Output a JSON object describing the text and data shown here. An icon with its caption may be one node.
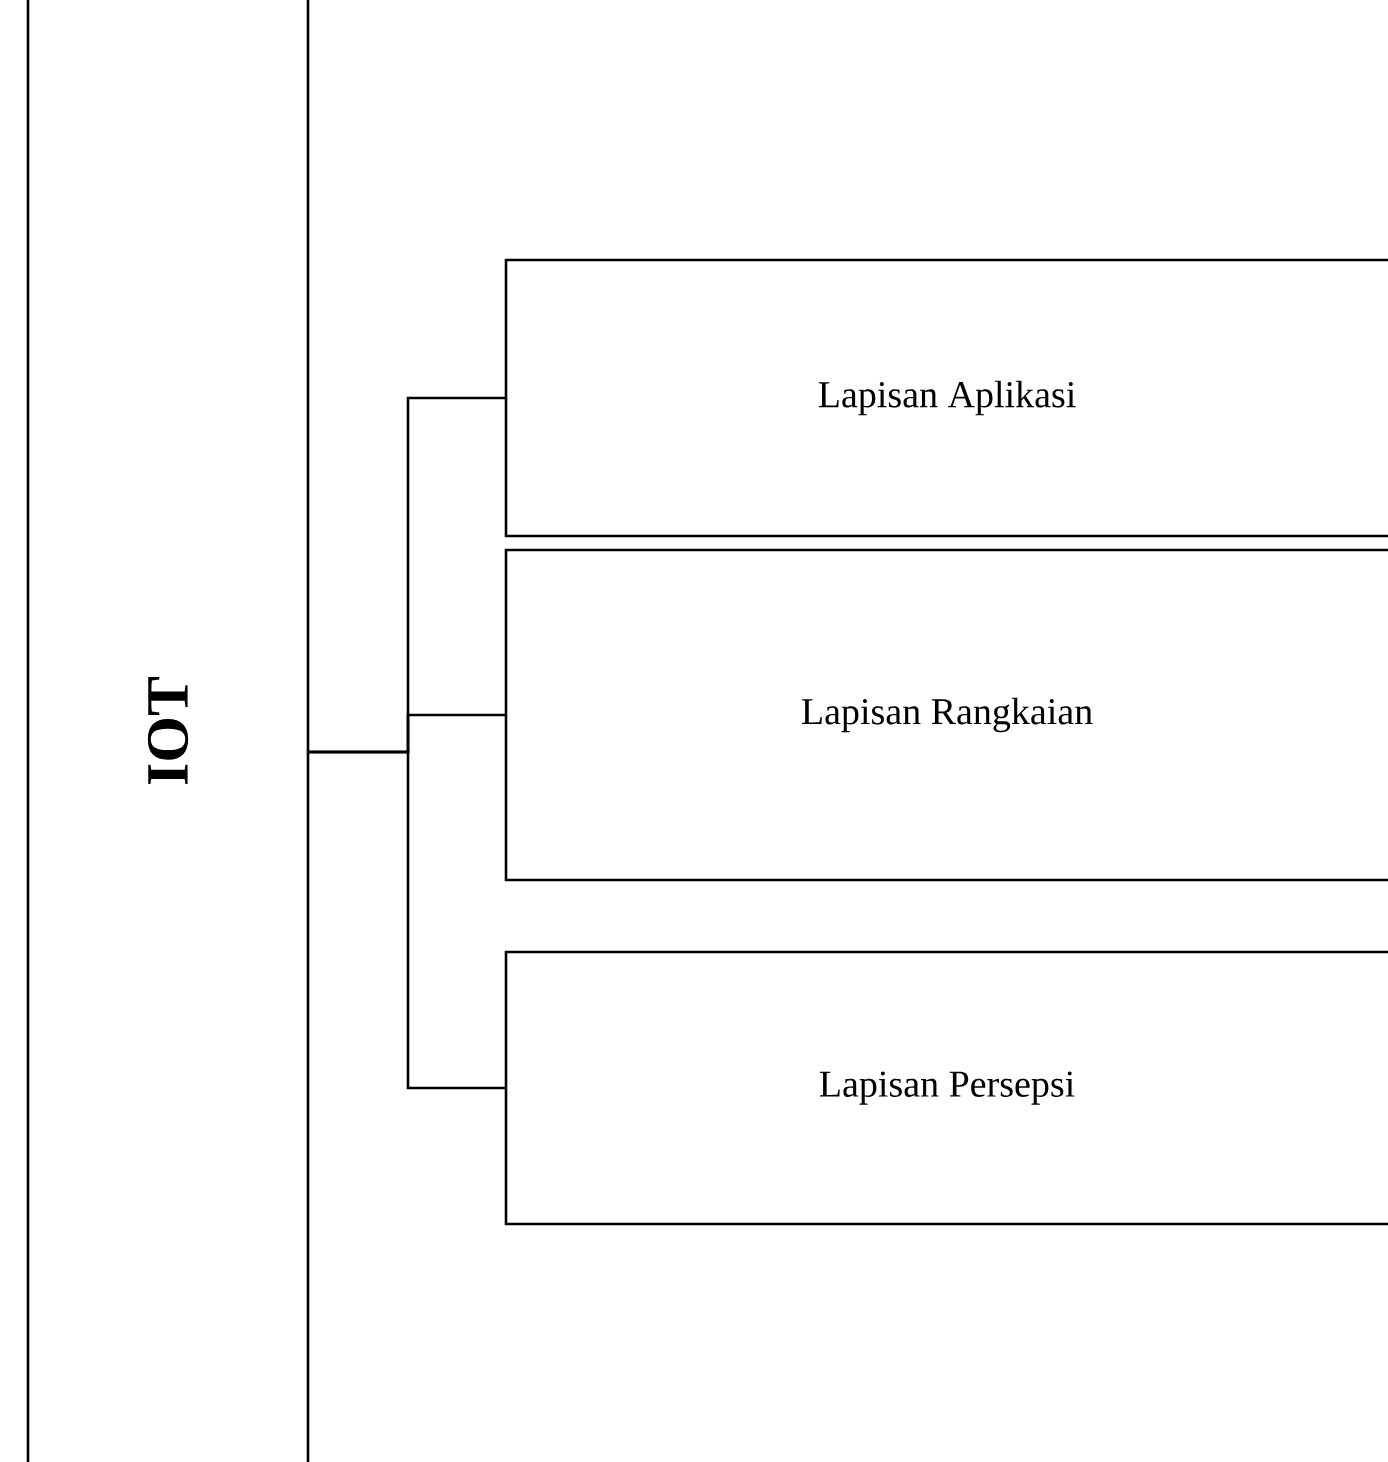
{
  "diagram": {
    "nodes": [
      {
        "text": [
          "IOT"
        ]
      },
      {
        "text": [
          "Lapisan Aplikasi"
        ]
      },
      {
        "text": [
          "Lapisan Rangkaian"
        ]
      },
      {
        "text": [
          "Lapisan Persepsi"
        ]
      }
    ],
    "edges": [
      {
        "from": 0,
        "to": 1,
        "arrow": "none"
      },
      {
        "from": 0,
        "to": 2,
        "arrow": "none"
      },
      {
        "from": 0,
        "to": 3,
        "arrow": "none"
      }
    ]
  }
}
